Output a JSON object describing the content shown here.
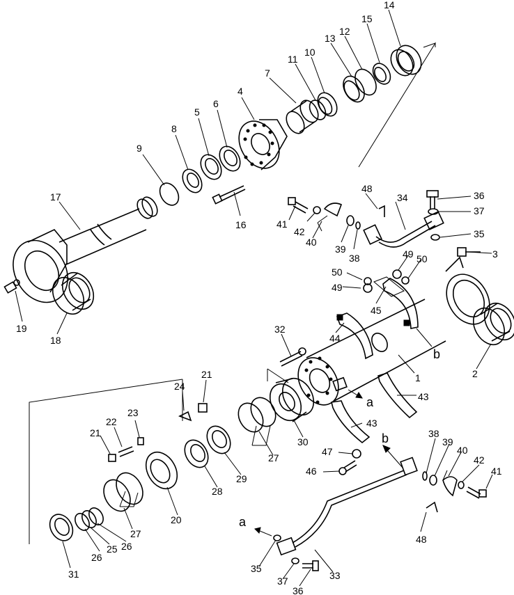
{
  "diagram": {
    "callouts": [
      {
        "id": "c14",
        "text": "14"
      },
      {
        "id": "c15",
        "text": "15"
      },
      {
        "id": "c12",
        "text": "12"
      },
      {
        "id": "c13",
        "text": "13"
      },
      {
        "id": "c10",
        "text": "10"
      },
      {
        "id": "c11",
        "text": "11"
      },
      {
        "id": "c7",
        "text": "7"
      },
      {
        "id": "c4",
        "text": "4"
      },
      {
        "id": "c6",
        "text": "6"
      },
      {
        "id": "c5",
        "text": "5"
      },
      {
        "id": "c8",
        "text": "8"
      },
      {
        "id": "c9",
        "text": "9"
      },
      {
        "id": "c16",
        "text": "16"
      },
      {
        "id": "c17",
        "text": "17"
      },
      {
        "id": "c19",
        "text": "19"
      },
      {
        "id": "c18",
        "text": "18"
      },
      {
        "id": "c48a",
        "text": "48"
      },
      {
        "id": "c36a",
        "text": "36"
      },
      {
        "id": "c34",
        "text": "34"
      },
      {
        "id": "c37a",
        "text": "37"
      },
      {
        "id": "c35a",
        "text": "35"
      },
      {
        "id": "c3",
        "text": "3"
      },
      {
        "id": "c41a",
        "text": "41"
      },
      {
        "id": "c42a",
        "text": "42"
      },
      {
        "id": "c40a",
        "text": "40"
      },
      {
        "id": "c39a",
        "text": "39"
      },
      {
        "id": "c38a",
        "text": "38"
      },
      {
        "id": "c49a",
        "text": "49"
      },
      {
        "id": "c50a",
        "text": "50"
      },
      {
        "id": "c50b",
        "text": "50"
      },
      {
        "id": "c49b",
        "text": "49"
      },
      {
        "id": "c45",
        "text": "45"
      },
      {
        "id": "c44",
        "text": "44"
      },
      {
        "id": "c32",
        "text": "32"
      },
      {
        "id": "c1",
        "text": "1"
      },
      {
        "id": "c2",
        "text": "2"
      },
      {
        "id": "cb1",
        "text": "b"
      },
      {
        "id": "ca1",
        "text": "a"
      },
      {
        "id": "c43a",
        "text": "43"
      },
      {
        "id": "c43b",
        "text": "43"
      },
      {
        "id": "c24",
        "text": "24"
      },
      {
        "id": "c21a",
        "text": "21"
      },
      {
        "id": "c22",
        "text": "22"
      },
      {
        "id": "c23",
        "text": "23"
      },
      {
        "id": "c21b",
        "text": "21"
      },
      {
        "id": "c30",
        "text": "30"
      },
      {
        "id": "c27a",
        "text": "27"
      },
      {
        "id": "c29",
        "text": "29"
      },
      {
        "id": "c28",
        "text": "28"
      },
      {
        "id": "c20",
        "text": "20"
      },
      {
        "id": "c27b",
        "text": "27"
      },
      {
        "id": "c26a",
        "text": "26"
      },
      {
        "id": "c25",
        "text": "25"
      },
      {
        "id": "c26b",
        "text": "26"
      },
      {
        "id": "c31",
        "text": "31"
      },
      {
        "id": "c47",
        "text": "47"
      },
      {
        "id": "c46",
        "text": "46"
      },
      {
        "id": "cb2",
        "text": "b"
      },
      {
        "id": "c38b",
        "text": "38"
      },
      {
        "id": "c39b",
        "text": "39"
      },
      {
        "id": "c40b",
        "text": "40"
      },
      {
        "id": "c42b",
        "text": "42"
      },
      {
        "id": "c41b",
        "text": "41"
      },
      {
        "id": "c48b",
        "text": "48"
      },
      {
        "id": "ca2",
        "text": "a"
      },
      {
        "id": "c35b",
        "text": "35"
      },
      {
        "id": "c33",
        "text": "33"
      },
      {
        "id": "c37b",
        "text": "37"
      },
      {
        "id": "c36b",
        "text": "36"
      }
    ]
  }
}
